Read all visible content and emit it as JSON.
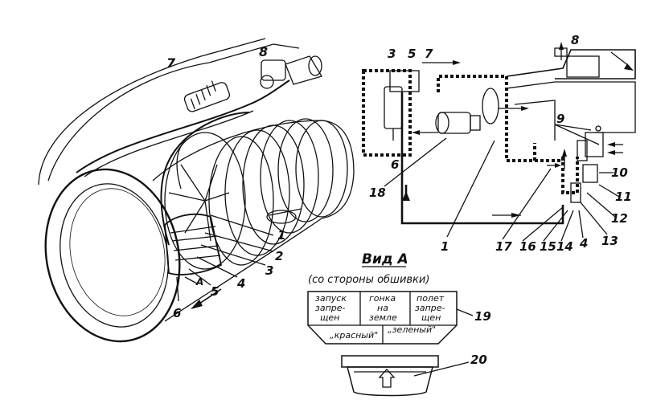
{
  "engine_callouts": {
    "c1": "1",
    "c2": "2",
    "c3": "3",
    "c4": "4",
    "c5": "5",
    "c6": "6",
    "c7": "7",
    "c8": "8",
    "view_a": "A"
  },
  "schematic_callouts": {
    "s1": "1",
    "s3": "3",
    "s4": "4",
    "s5": "5",
    "s6": "6",
    "s7": "7",
    "s8": "8",
    "s9": "9",
    "s10": "10",
    "s11": "11",
    "s12": "12",
    "s13": "13",
    "s14": "14",
    "s15": "15",
    "s16": "16",
    "s17": "17",
    "s18": "18"
  },
  "view": {
    "title": "Вид А",
    "subtitle": "(со стороны обшивки)"
  },
  "panel": {
    "cell1_line1": "запуск",
    "cell1_line2": "запре-",
    "cell1_line3": "щен",
    "cell2_line1": "гонка",
    "cell2_line2": "на",
    "cell2_line3": "земле",
    "cell3_line1": "полет",
    "cell3_line2": "запре-",
    "cell3_line3": "щен",
    "bottom_left": "„красный\"",
    "bottom_right": "„зеленый\"",
    "callout": "19"
  },
  "indicator": {
    "callout": "20"
  }
}
